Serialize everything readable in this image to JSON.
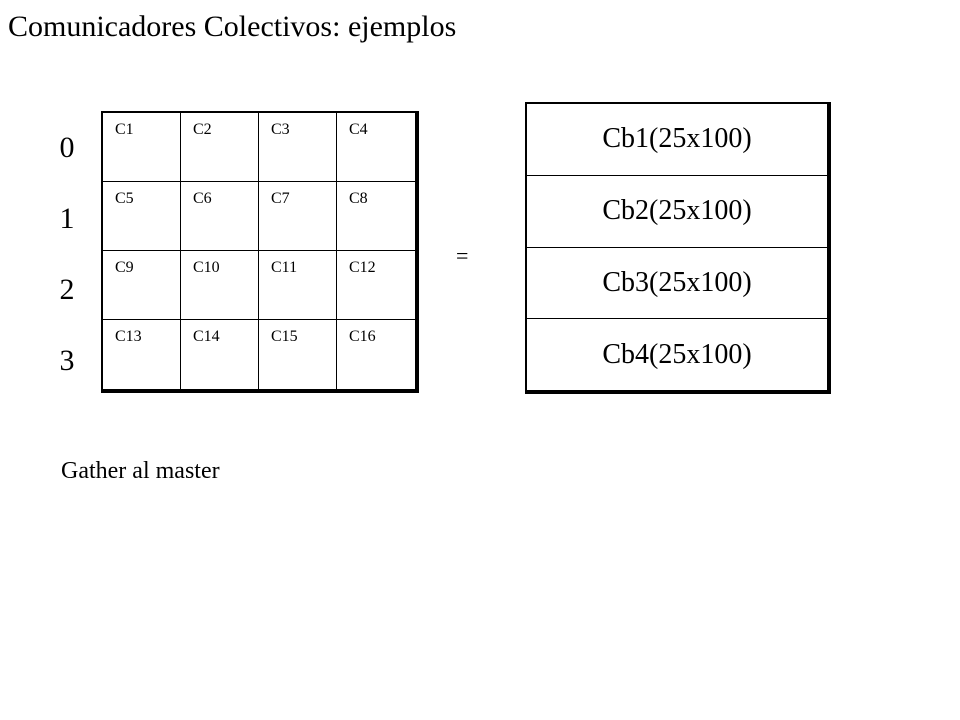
{
  "title": "Comunicadores Colectivos: ejemplos",
  "row_labels": [
    "0",
    "1",
    "2",
    "3"
  ],
  "grid": {
    "rows": [
      [
        "C1",
        "C2",
        "C3",
        "C4"
      ],
      [
        "C5",
        "C6",
        "C7",
        "C8"
      ],
      [
        "C9",
        "C10",
        "C11",
        "C12"
      ],
      [
        "C13",
        "C14",
        "C15",
        "C16"
      ]
    ]
  },
  "equals_sign": "=",
  "blocks": [
    "Cb1(25x100)",
    "Cb2(25x100)",
    "Cb3(25x100)",
    "Cb4(25x100)"
  ],
  "caption": "Gather al master"
}
